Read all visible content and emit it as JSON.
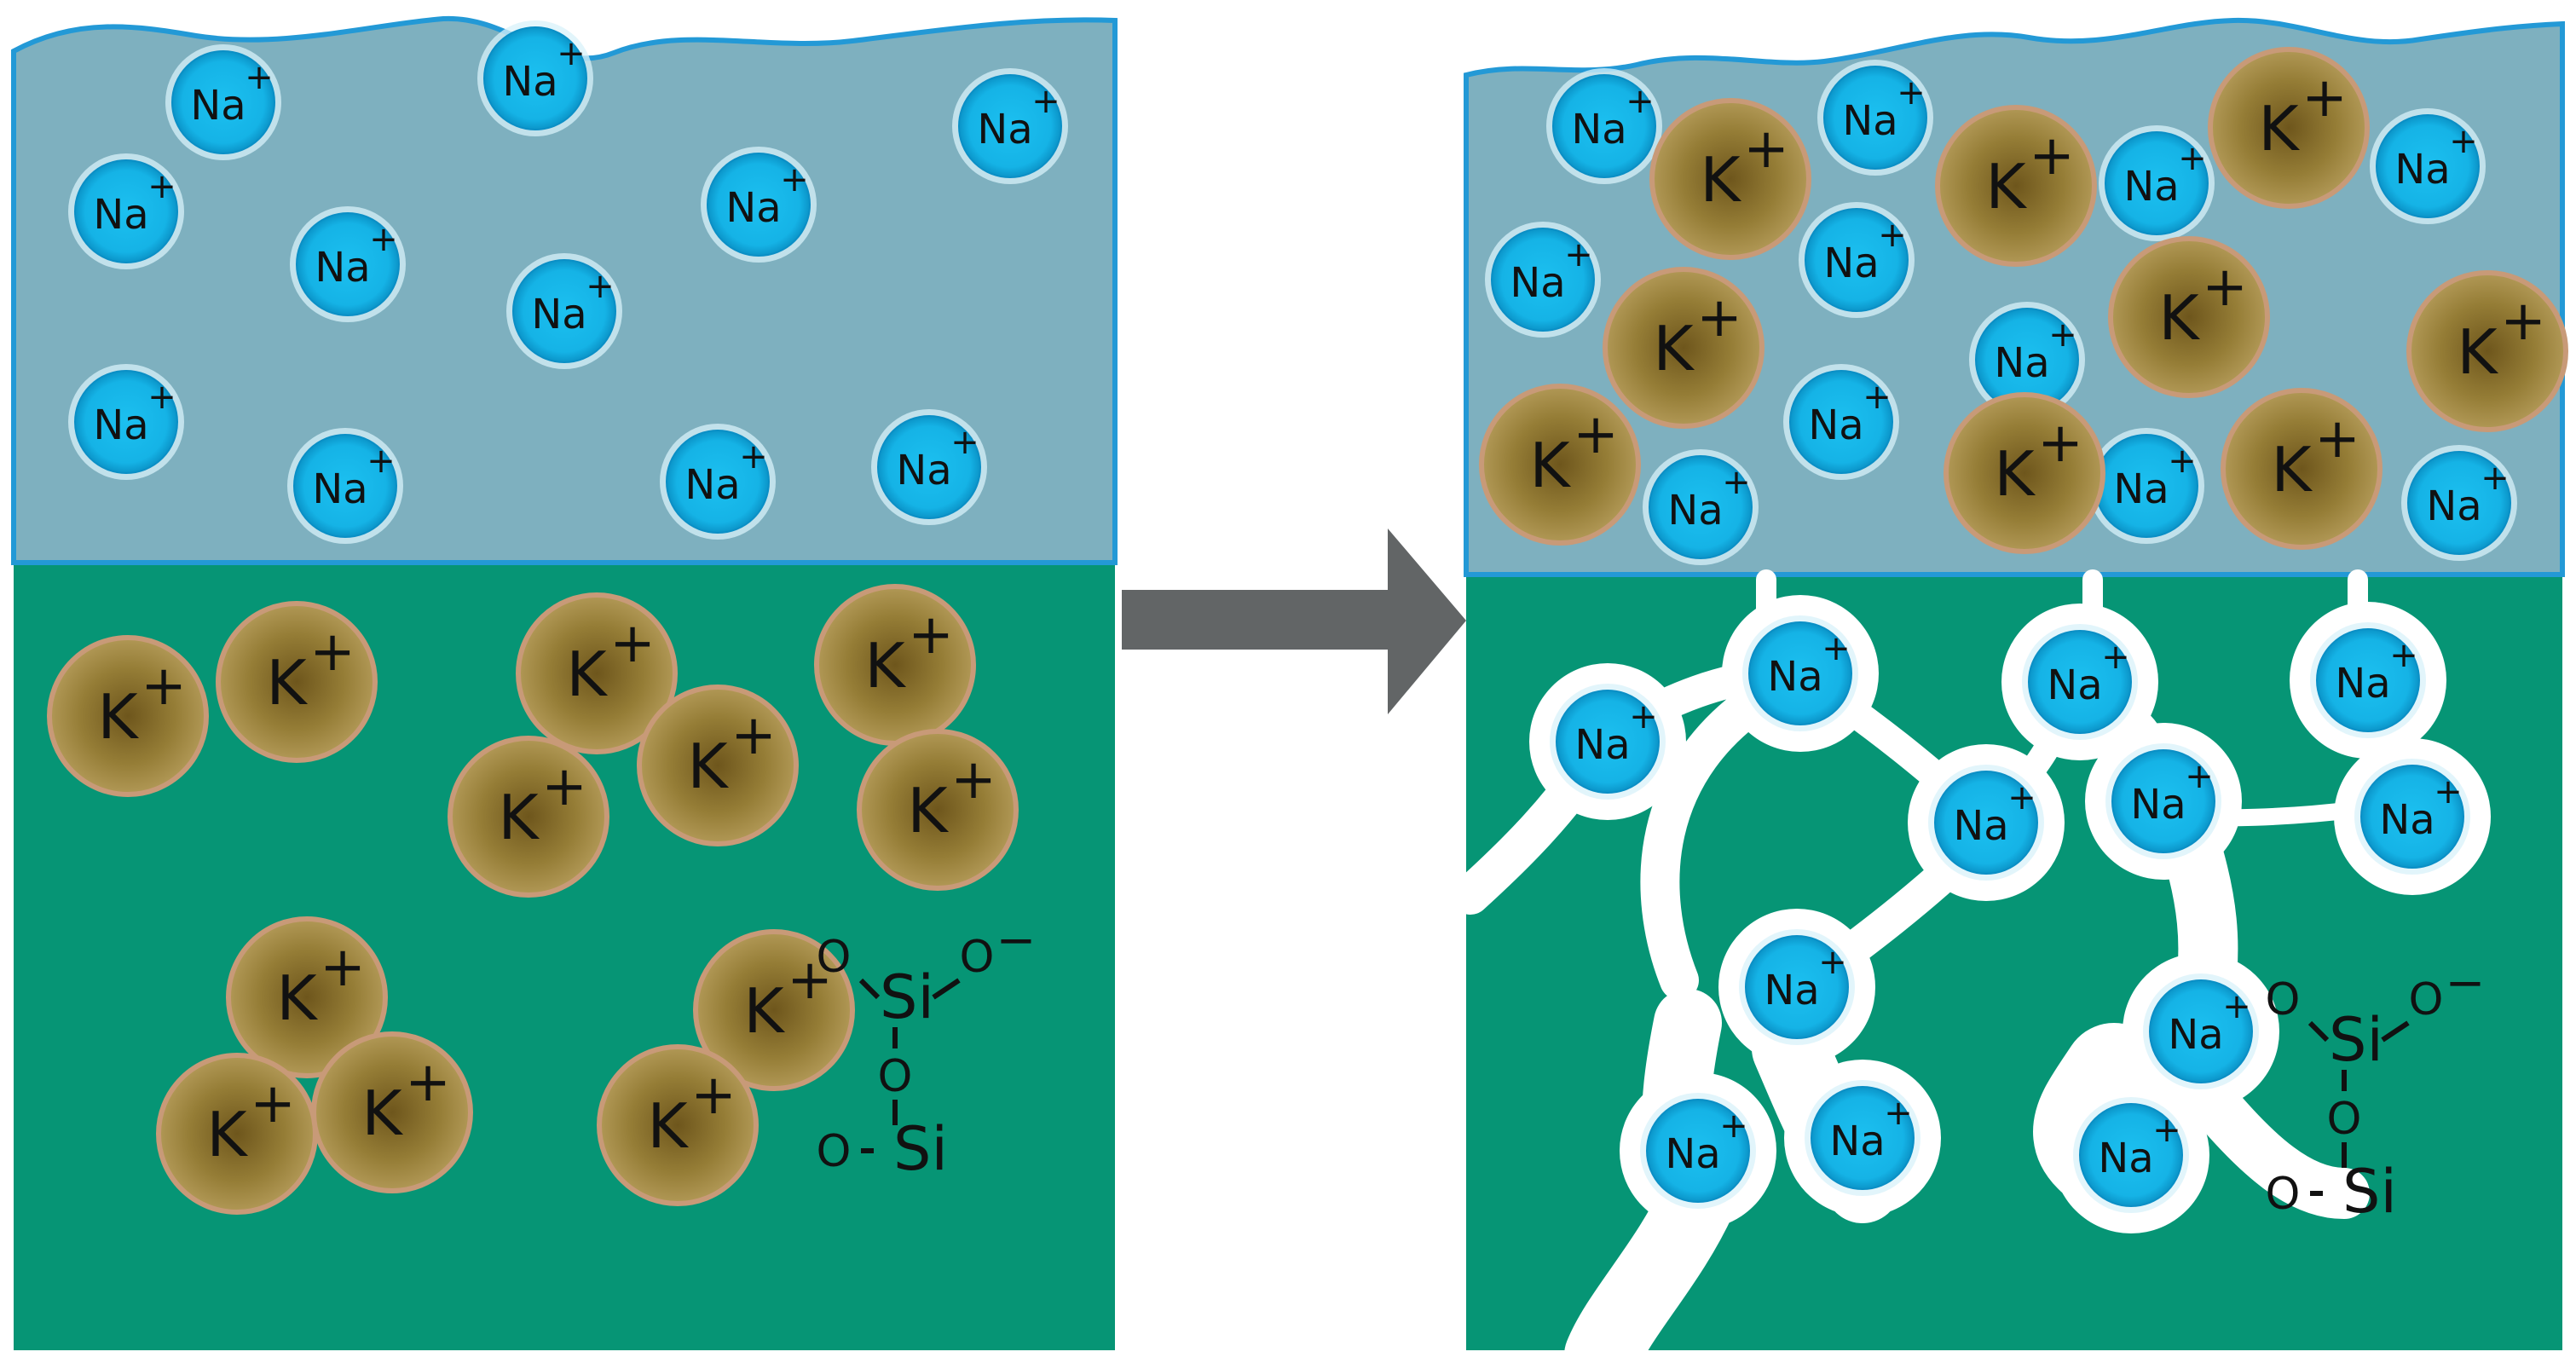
{
  "colors": {
    "solution": "#7eb0bf",
    "solution_border": "#2399d6",
    "glass": "#069575",
    "arrow": "#626566",
    "channel": "#ffffff",
    "na_core": "#15b8ea",
    "na_edge": "#0a8fc6",
    "na_halo": "#d8f1fa",
    "k_core": "#a28a3d",
    "k_dark": "#7a6222",
    "k_edge": "#c89a78"
  },
  "ions": {
    "na": {
      "symbol": "Na",
      "charge": "+"
    },
    "k": {
      "symbol": "K",
      "charge": "+"
    }
  },
  "chem": {
    "o": "O",
    "si": "Si",
    "minus": "−"
  },
  "panels": [
    {
      "name": "before",
      "solution_ions": "Na+",
      "glass_ions": "K+"
    },
    {
      "name": "after",
      "solution_ions": "Na+, K+",
      "glass_ions": "Na+"
    }
  ],
  "icons": [
    "arrow-right-icon"
  ]
}
